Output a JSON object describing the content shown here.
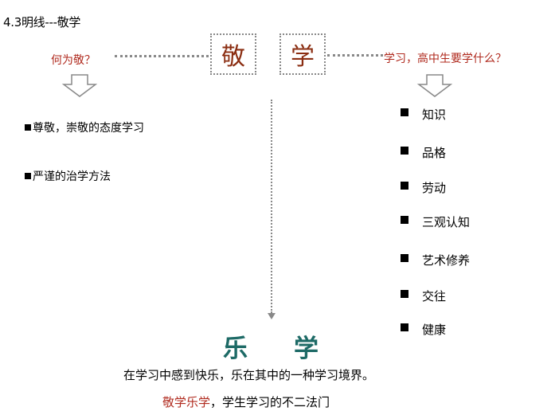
{
  "header": {
    "title": "4.3明线---敬学"
  },
  "boxes": {
    "jing": "敬",
    "xue": "学"
  },
  "questions": {
    "left": "何为敬？",
    "right": "学习，高中生要学什么？"
  },
  "left_items": [
    "尊敬，崇敬的态度学习",
    "严谨的治学方法"
  ],
  "right_items": [
    "知识",
    "品格",
    "劳动",
    "三观认知",
    "艺术修养",
    "交往",
    "健康"
  ],
  "bottom": {
    "heading_a": "乐",
    "heading_b": "学",
    "description": "在学习中感到快乐，乐在其中的一种学习境界。",
    "slogan_highlight": "敬学乐学",
    "slogan_rest": "，学生学习的不二法门"
  },
  "colors": {
    "accent_red": "#b02a1e",
    "box_text": "#8b2e12",
    "teal": "#1d6a66",
    "dotted_gray": "#888888"
  }
}
